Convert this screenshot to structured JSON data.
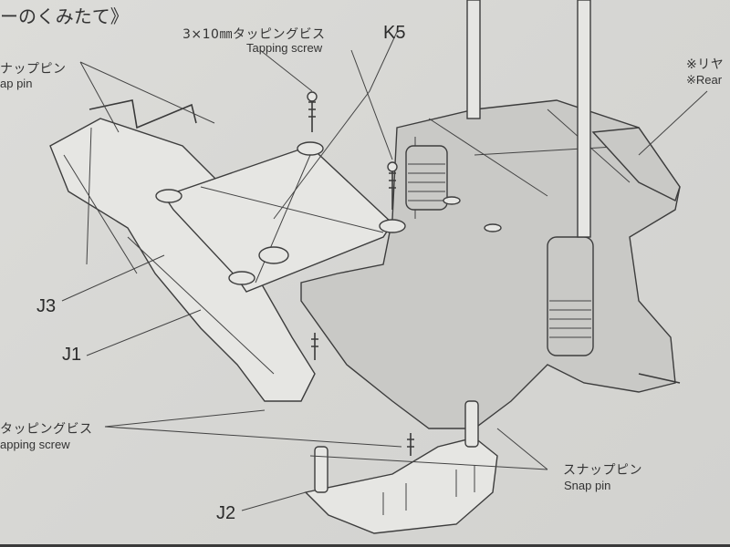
{
  "page": {
    "type": "assembly instruction diagram",
    "background_color": "#d9d9d6",
    "line_color": "#3d3d3d"
  },
  "header": {
    "title_fragment": "ーのくみたて》"
  },
  "callouts": {
    "snap_pin_top_left": {
      "jp": "ナップピン",
      "en": "ap pin"
    },
    "tapping_screw_top": {
      "jp": "3×10㎜タッピングビス",
      "en": "Tapping screw"
    },
    "part_k5": {
      "label": "K5"
    },
    "rear_note": {
      "jp": "※リヤ",
      "en": "※Rear"
    },
    "tapping_screw_bottom_left": {
      "jp": "タッピングビス",
      "en": "apping screw"
    },
    "snap_pin_bottom_right": {
      "jp": "スナップピン",
      "en": "Snap pin"
    },
    "part_j3": {
      "label": "J3"
    },
    "part_j1": {
      "label": "J1"
    },
    "part_j2": {
      "label": "J2"
    }
  }
}
